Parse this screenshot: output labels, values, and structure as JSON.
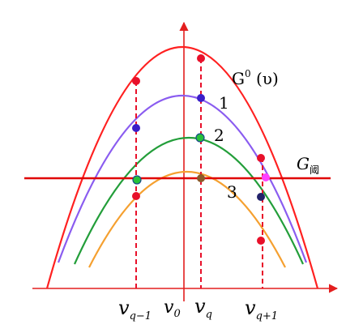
{
  "labels": {
    "g0_main": "G",
    "g0_sup": "0",
    "g0_arg": " (υ)",
    "curve_1": "1",
    "curve_2": "2",
    "curve_3": "3",
    "threshold_main": "G",
    "threshold_sub": "阈"
  },
  "axis_labels": {
    "v_q_minus_1": {
      "main": "v",
      "sub": "q−1"
    },
    "v_0": {
      "main": "v",
      "sub": "0"
    },
    "v_q": {
      "main": "v",
      "sub": "q"
    },
    "v_q_plus_1": {
      "main": "v",
      "sub": "q+1"
    }
  },
  "colors": {
    "axis": "#e31e1e",
    "g0_curve": "#ff2020",
    "curve_1": "#8a5cf0",
    "curve_2": "#239e3a",
    "curve_3": "#f5a030",
    "threshold": "#e00000",
    "marker_red": "#e8102a",
    "marker_blue": "#3a1ec8",
    "marker_green": "#27c13a",
    "marker_brown": "#8a5a2a",
    "marker_magenta": "#ff40ff",
    "marker_navy": "#22226a",
    "text": "#000000"
  }
}
